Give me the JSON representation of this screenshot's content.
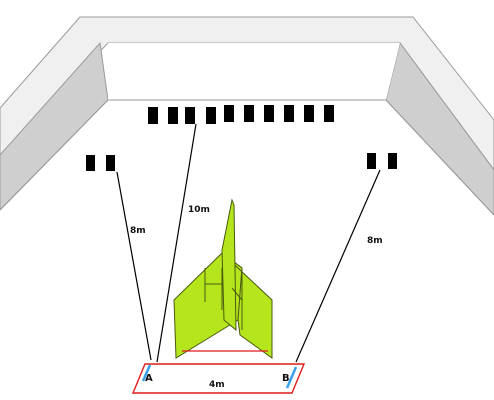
{
  "labels": {
    "left_distance": "8m",
    "center_distance": "10m",
    "right_distance": "8m",
    "base_width": "4m",
    "point_a": "A",
    "point_b": "B"
  },
  "colors": {
    "wall_top": "#f0f0f0",
    "wall_side": "#cfcfcf",
    "wall_edge": "#9a9a9a",
    "target_block": "#000000",
    "model_fill": "#b5e61d",
    "model_edge": "#4a5a10",
    "base_outline": "#e11b1b",
    "point_marker": "#3aa0e8"
  }
}
